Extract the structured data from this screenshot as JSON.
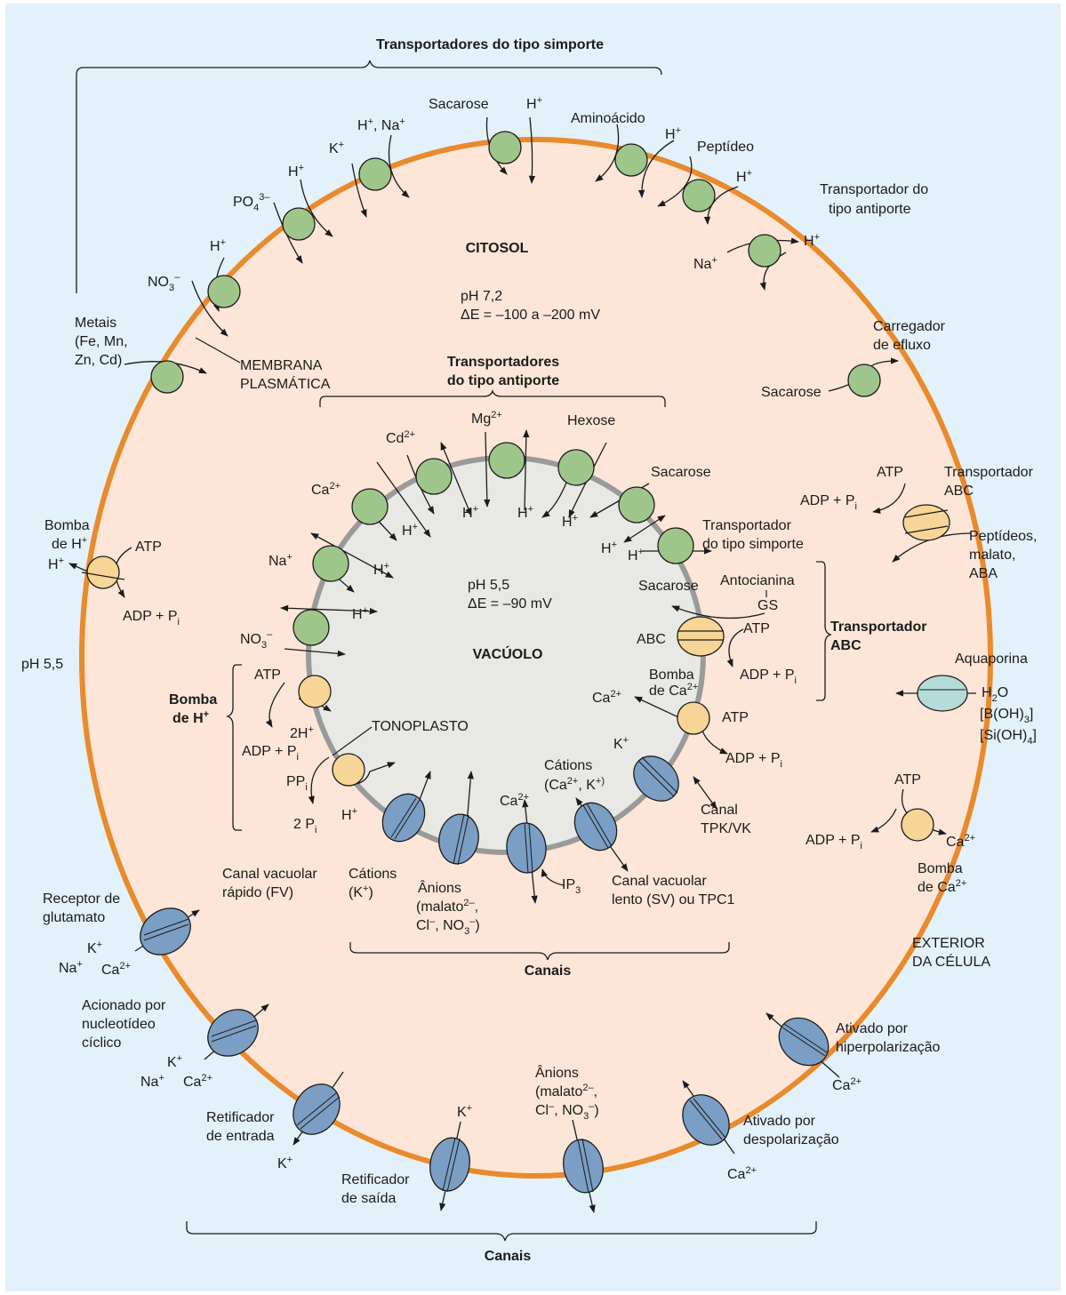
{
  "colors": {
    "panel_bg": "#e3f1fa",
    "cytosol_fill": "#fde6d8",
    "plasma_membrane": "#e98a2c",
    "vacuole_fill": "#e8e8e4",
    "tonoplast": "#9a9a9a",
    "symporter_green": "#9fc68a",
    "pump_yellow": "#f7d596",
    "channel_blue": "#7b9ec4",
    "aquaporin_teal": "#b3dcd8"
  },
  "headers": {
    "symport_top": "Transportadores do tipo simporte",
    "antiport_vac_1": "Transportadores",
    "antiport_vac_2": "do tipo antiporte",
    "channels_vac": "Canais",
    "channels_pm": "Canais",
    "abc_vac_1": "Transportador",
    "abc_vac_2": "ABC",
    "hpump_vac_1": "Bomba",
    "hpump_vac_2": "de H"
  },
  "regions": {
    "cytosol": "CITOSOL",
    "cytosol_ph": "pH 7,2",
    "cytosol_de": "ΔE = –100 a –200 mV",
    "vacuole": "VACÚOLO",
    "vacuole_ph": "pH 5,5",
    "vacuole_de": "ΔE = –90 mV",
    "outside_ph": "pH 5,5",
    "exterior_1": "EXTERIOR",
    "exterior_2": "DA CÉLULA",
    "pm_1": "MEMBRANA",
    "pm_2": "PLASMÁTICA",
    "tonoplast": "TONOPLASTO"
  },
  "plasma_membrane_labels": {
    "metals_1": "Metais",
    "metals_2": "(Fe, Mn,",
    "metals_3": "Zn, Cd)",
    "no3": "NO",
    "po4": "PO",
    "hna": "H",
    "sacarose": "Sacarose",
    "aminoacido": "Aminoácido",
    "peptideo": "Peptídeo",
    "antiport_1": "Transportador do",
    "antiport_2": "tipo antiporte",
    "efflux_1": "Carregador",
    "efflux_2": "de efluxo",
    "abc_1": "Transportador",
    "abc_2": "ABC",
    "abc_sub_1": "Peptídeos,",
    "abc_sub_2": "malato,",
    "abc_sub_3": "ABA",
    "atp": "ATP",
    "adp": "ADP + P",
    "aquaporin": "Aquaporina",
    "boric": "[B(OH)",
    "silicic": "[Si(OH)",
    "capump_1": "Bomba",
    "capump_2": "de Ca",
    "hpump_1": "Bomba",
    "hpump_2": "de H",
    "glut_1": "Receptor de",
    "glut_2": "glutamato",
    "cnuc_1": "Acionado por",
    "cnuc_2": "nucleotídeo",
    "cnuc_3": "cíclico",
    "inrect_1": "Retificador",
    "inrect_2": "de entrada",
    "outrect_1": "Retificador",
    "outrect_2": "de saída",
    "anions_1": "Ânions",
    "anions_2": "(malato",
    "anions_3": "Cl",
    "depol_1": "Ativado por",
    "depol_2": "despolarização",
    "hyper_1": "Ativado por",
    "hyper_2": "hiperpolarização"
  },
  "tonoplast_labels": {
    "mg": "Mg",
    "hexose": "Hexose",
    "cd": "Cd",
    "ca": "Ca",
    "na": "Na",
    "no3": "NO",
    "sacarose": "Sacarose",
    "symport_1": "Transportador",
    "symport_2": "do tipo simporte",
    "sacarose2": "Sacarose",
    "antocianina": "Antocianina",
    "gs": "GS",
    "abc": "ABC",
    "capump_1": "Bomba",
    "capump_2": "de Ca",
    "tpk_1": "Canal",
    "tpk_2": "TPK/VK",
    "cations_1": "Cátions",
    "cations_2": "(Ca",
    "sv_1": "Canal vacuolar",
    "sv_2": "lento (SV) ou TPC1",
    "ip3": "IP",
    "anions_1": "Ânions",
    "anions_2": "(malato",
    "anions_3": "Cl",
    "cationsk_1": "Cátions",
    "cationsk_2": "(K",
    "fv_1": "Canal vacuolar",
    "fv_2": "rápido (FV)",
    "pp": "PP",
    "twop": "2 P",
    "twoh": "2H"
  },
  "ions": {
    "h": "H",
    "k": "K",
    "na": "Na",
    "ca": "Ca",
    "plus": "+",
    "two_plus": "2+",
    "three_minus": "3–",
    "minus": "–",
    "two_minus": "2–",
    "i": "i",
    "sub3": "3",
    "sub4": "4",
    "h2o": "H",
    "h2o_sub": "2",
    "h2o_o": "O",
    "close_bracket": "]",
    "comma_na": ", Na",
    "comma_k": ", K",
    "close_paren": ")",
    "close_paren_k": "+)",
    "comma_no3": ", NO"
  }
}
